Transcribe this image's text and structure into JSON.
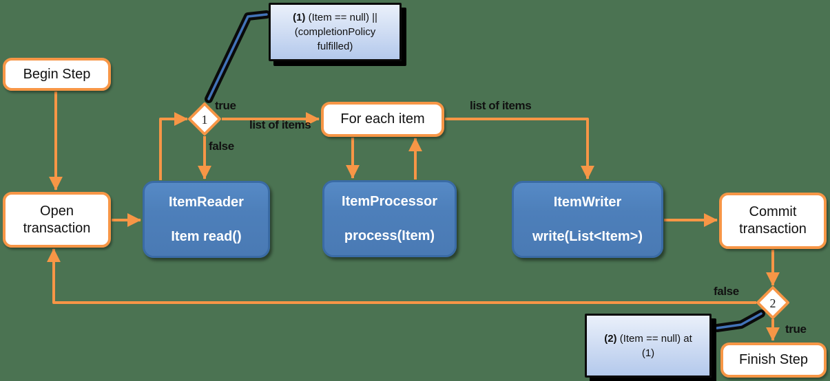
{
  "colors": {
    "bg": "#4b7352",
    "orange": "#f79646",
    "blue-fill": "#4d7fba",
    "blue-border": "#3a6ba5",
    "callout-top": "#eaf0fa",
    "callout-bottom": "#b4c9ec",
    "ink": "#111111"
  },
  "nodes": {
    "begin_step": {
      "label": "Begin Step"
    },
    "open_transaction": {
      "line1": "Open",
      "line2": "transaction"
    },
    "item_reader": {
      "line1": "ItemReader",
      "line2": "Item read()"
    },
    "for_each_item": {
      "label": "For each item"
    },
    "item_processor": {
      "line1": "ItemProcessor",
      "line2": "process(Item)"
    },
    "item_writer": {
      "line1": "ItemWriter",
      "line2": "write(List<Item>)"
    },
    "commit_transaction": {
      "line1": "Commit",
      "line2": "transaction"
    },
    "finish_step": {
      "label": "Finish Step"
    },
    "decision1": {
      "label": "1"
    },
    "decision2": {
      "label": "2"
    }
  },
  "edge_labels": {
    "true1": "true",
    "false1": "false",
    "list_of_items_1": "list of items",
    "list_of_items_2": "list of items",
    "false2": "false",
    "true2": "true"
  },
  "callouts": {
    "callout1": {
      "prefix": "(1)",
      "rest": " (Item == null)  ||",
      "line2": "(completionPolicy",
      "line3": "fulfilled)"
    },
    "callout2": {
      "prefix": "(2)",
      "rest": " (Item == null) at",
      "line2": "(1)"
    }
  }
}
